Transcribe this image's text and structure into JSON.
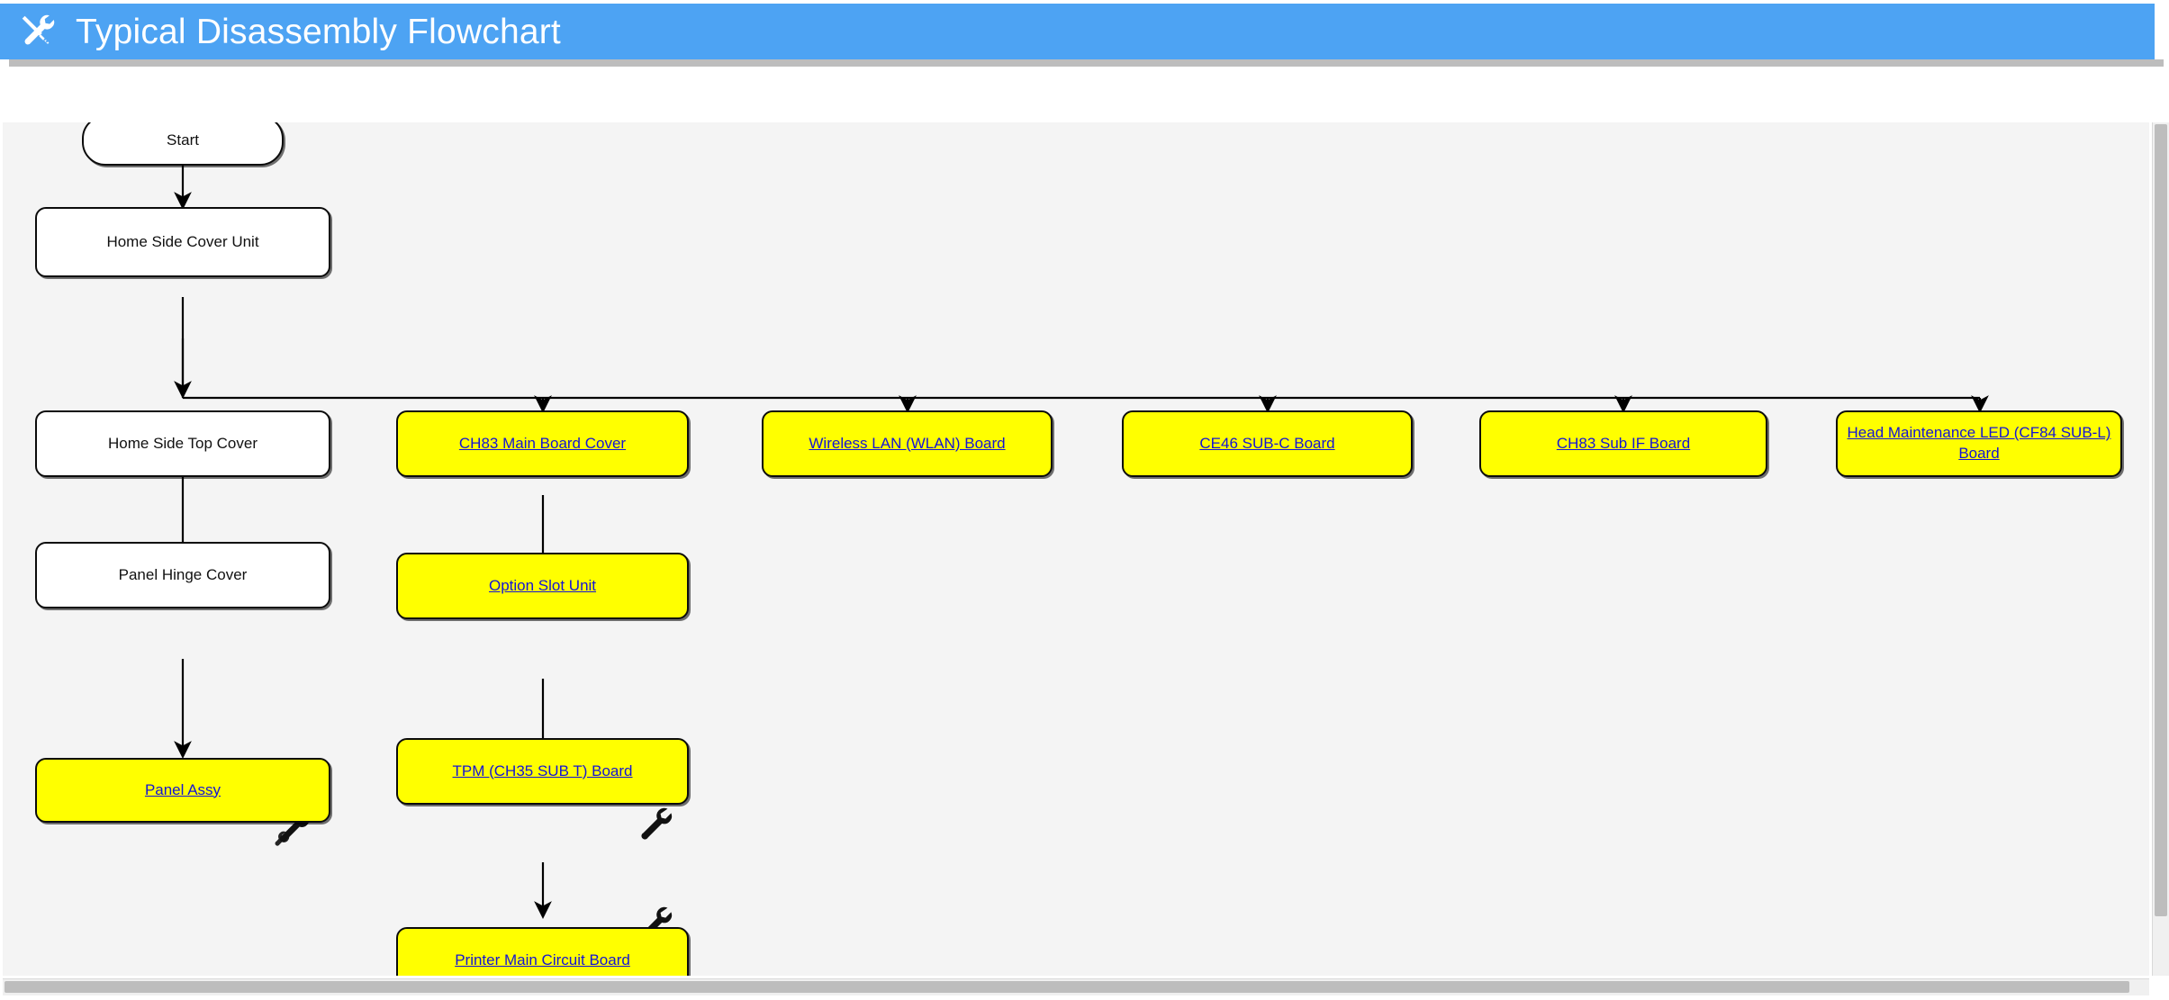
{
  "header": {
    "title": "Typical Disassembly Flowchart",
    "icon": "wrench-screwdriver-icon",
    "background_color": "#4da3f3",
    "text_color": "#ffffff"
  },
  "canvas": {
    "background_color": "#f4f4f4",
    "node_link_color": "#1414d6",
    "node_highlight_color": "#ffff00",
    "node_plain_color": "#ffffff",
    "edge_color": "#000000"
  },
  "flowchart": {
    "type": "flowchart",
    "orientation": "top-down-with-horizontal-bus",
    "nodes": [
      {
        "id": "start",
        "label": "Start",
        "shape": "terminal",
        "style": "plain",
        "wrench": false,
        "column": 1,
        "row": 0
      },
      {
        "id": "home-unit",
        "label": "Home Side Cover Unit",
        "shape": "process",
        "style": "plain",
        "wrench": false,
        "column": 1,
        "row": 1
      },
      {
        "id": "home-top",
        "label": "Home Side Top Cover",
        "shape": "process",
        "style": "plain",
        "wrench": false,
        "column": 1,
        "row": 2
      },
      {
        "id": "panel-hinge",
        "label": "Panel Hinge Cover",
        "shape": "process",
        "style": "plain",
        "wrench": false,
        "column": 1,
        "row": 3
      },
      {
        "id": "panel-assy",
        "label": "Panel Assy",
        "shape": "process",
        "style": "highlight",
        "wrench": true,
        "column": 1,
        "row": 4
      },
      {
        "id": "ch83-cover",
        "label": "CH83 Main Board Cover",
        "shape": "process",
        "style": "highlight",
        "wrench": false,
        "column": 2,
        "row": 2
      },
      {
        "id": "option-slot",
        "label": "Option Slot Unit",
        "shape": "process",
        "style": "highlight",
        "wrench": false,
        "column": 2,
        "row": 3
      },
      {
        "id": "tpm-board",
        "label": "TPM (CH35 SUB T) Board",
        "shape": "process",
        "style": "highlight",
        "wrench": true,
        "column": 2,
        "row": 4
      },
      {
        "id": "printer-pcb",
        "label": "Printer Main Circuit Board",
        "shape": "process",
        "style": "highlight",
        "wrench": true,
        "column": 2,
        "row": 5
      },
      {
        "id": "wlan-board",
        "label": "Wireless LAN (WLAN) Board",
        "shape": "process",
        "style": "highlight",
        "wrench": true,
        "column": 3,
        "row": 2
      },
      {
        "id": "ce46-sub-c",
        "label": "CE46 SUB-C Board",
        "shape": "process",
        "style": "highlight",
        "wrench": true,
        "column": 4,
        "row": 2
      },
      {
        "id": "ch83-sub-if",
        "label": "CH83 Sub IF Board",
        "shape": "process",
        "style": "highlight",
        "wrench": true,
        "column": 5,
        "row": 2
      },
      {
        "id": "head-led",
        "label": "Head Maintenance LED (CF84 SUB-L) Board",
        "shape": "process",
        "style": "highlight",
        "wrench": false,
        "column": 6,
        "row": 2
      }
    ],
    "edges": [
      {
        "from": "start",
        "to": "home-unit",
        "kind": "straight"
      },
      {
        "from": "home-unit",
        "to": "home-top",
        "kind": "straight"
      },
      {
        "from": "home-top",
        "to": "panel-hinge",
        "kind": "straight"
      },
      {
        "from": "panel-hinge",
        "to": "panel-assy",
        "kind": "straight"
      },
      {
        "from": "home-unit",
        "to": "ch83-cover",
        "kind": "bus"
      },
      {
        "from": "home-unit",
        "to": "wlan-board",
        "kind": "bus"
      },
      {
        "from": "home-unit",
        "to": "ce46-sub-c",
        "kind": "bus"
      },
      {
        "from": "home-unit",
        "to": "ch83-sub-if",
        "kind": "bus"
      },
      {
        "from": "home-unit",
        "to": "head-led",
        "kind": "bus"
      },
      {
        "from": "ch83-cover",
        "to": "option-slot",
        "kind": "straight"
      },
      {
        "from": "option-slot",
        "to": "tpm-board",
        "kind": "straight"
      },
      {
        "from": "tpm-board",
        "to": "printer-pcb",
        "kind": "straight"
      }
    ]
  },
  "scrollbars": {
    "vertical": "vertical-scrollbar",
    "horizontal": "horizontal-scrollbar"
  }
}
